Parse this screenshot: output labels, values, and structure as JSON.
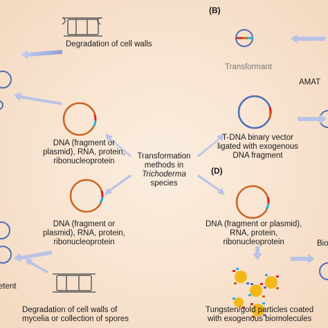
{
  "panels": {
    "b": "(B)",
    "d": "(D)"
  },
  "labels": {
    "degradation_top": "Degradation of cell walls",
    "transformant": "Transformant",
    "amat": "AMAT",
    "dna_left_top": [
      "DNA (fragment or",
      "plasmid), RNA, protein,",
      "ribonucleoprotein"
    ],
    "tdna": [
      "T-DNA binary vector",
      "ligated with exogenous",
      "DNA fragment"
    ],
    "center": [
      "Transformation",
      "methods in",
      "Trichoderma",
      "species"
    ],
    "dna_left_bottom": [
      "DNA (fragment or",
      "plasmid), RNA, protein,",
      "ribonucleoprotein"
    ],
    "dna_right_bottom": [
      "DNA (fragment or plasmid),",
      "RNA, protein,",
      "ribonucleoprotein"
    ],
    "degradation_bottom": [
      "Degradation of cell walls of",
      "mycelia or collection of spores"
    ],
    "tungsten": [
      "Tungsten/gold particles coated",
      "with exogenous biomolecules"
    ],
    "partial_left": "etent",
    "partial_right": "Bio"
  },
  "colors": {
    "circle_blue": "#4a6fb5",
    "plasmid_orange": "#c8641e",
    "insert_red": "#e02020",
    "insert_cyan": "#2ab0d8",
    "arrow": "#b9c3e6",
    "particle": "#f2b81a"
  }
}
